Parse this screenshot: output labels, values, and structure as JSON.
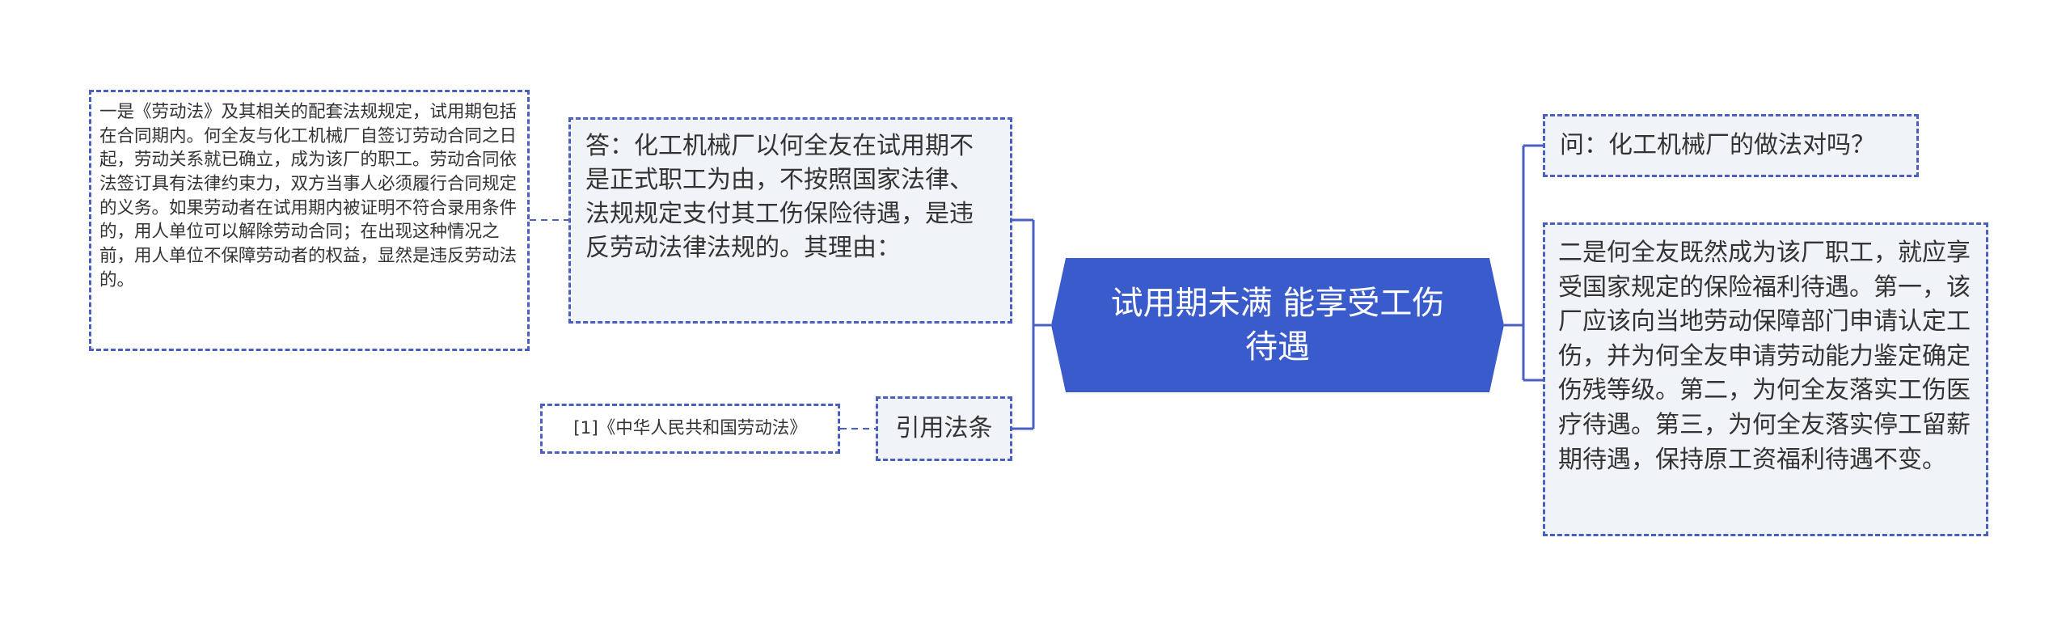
{
  "mindmap": {
    "center": {
      "text": "试用期未满 能享受工伤待遇",
      "color": "#3a5bcc"
    },
    "answer": {
      "text": "答：化工机械厂以何全友在试用期不是正式职工为由，不按照国家法律、法规规定支付其工伤保险待遇，是违反劳动法律法规的。其理由："
    },
    "reason_one": {
      "text": "一是《劳动法》及其相关的配套法规规定，试用期包括在合同期内。何全友与化工机械厂自签订劳动合同之日起，劳动关系就已确立，成为该厂的职工。劳动合同依法签订具有法律约束力，双方当事人必须履行合同规定的义务。如果劳动者在试用期内被证明不符合录用条件的，用人单位可以解除劳动合同；在出现这种情况之前，用人单位不保障劳动者的权益，显然是违反劳动法的。"
    },
    "citation": {
      "label": "引用法条",
      "reference": "[1]《中华人民共和国劳动法》"
    },
    "question": {
      "text": "问：化工机械厂的做法对吗？"
    },
    "reason_two": {
      "text": "二是何全友既然成为该厂职工，就应享受国家规定的保险福利待遇。第一，该厂应该向当地劳动保障部门申请认定工伤，并为何全友申请劳动能力鉴定确定伤残等级。第二，为何全友落实工伤医疗待遇。第三，为何全友落实停工留薪期待遇，保持原工资福利待遇不变。"
    },
    "colors": {
      "line": "#4a5fc1",
      "node_fill": "#f0f3f7",
      "border": "#4a5fc1"
    }
  }
}
